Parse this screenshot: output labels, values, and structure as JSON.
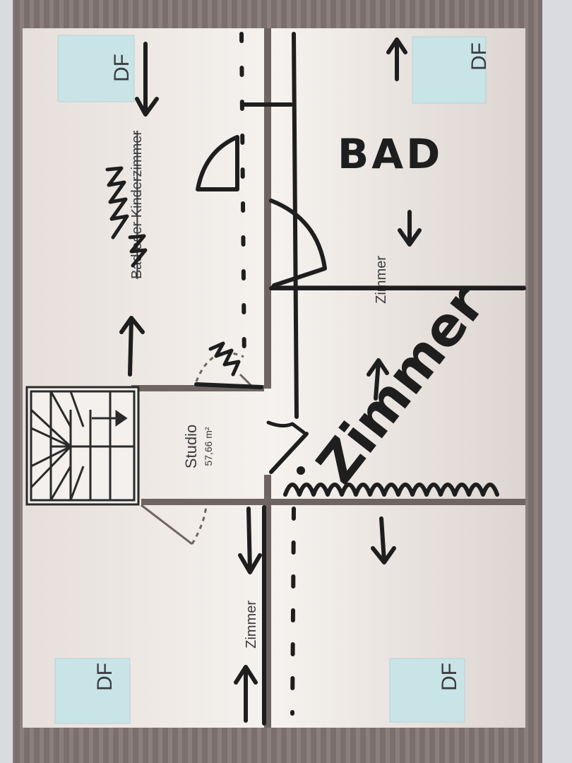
{
  "skylight_label": "DF",
  "studio": {
    "name": "Studio",
    "area": "57,66 m²"
  },
  "printed_rooms": {
    "bad_oder_kinderzimmer": "Bad oder Kinderzimmer",
    "zimmer_right": "Zimmer",
    "zimmer_bottom_left": "Zimmer"
  },
  "handwritten": {
    "bad": "BAD",
    "zimmer_diagonal": "Zimmer"
  },
  "colors": {
    "outer_frame": "#6f6463",
    "floor": "#efeae6",
    "skylight": "#c9e4e6",
    "printed_wall": "#6e6563",
    "marker": "#1e1e1e"
  }
}
